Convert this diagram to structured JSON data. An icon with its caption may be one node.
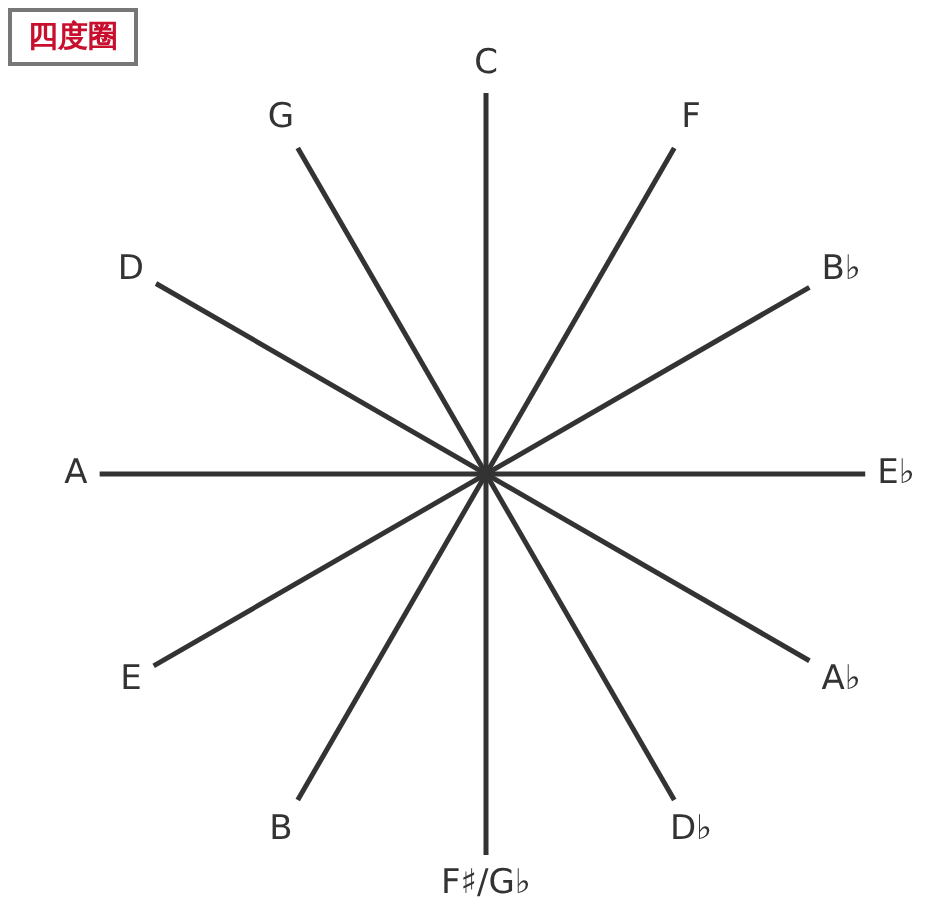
{
  "diagram": {
    "title": "四度圈",
    "nodes": [
      {
        "text": [
          "C"
        ]
      },
      {
        "text": [
          "F"
        ]
      },
      {
        "text": [
          "B♭"
        ]
      },
      {
        "text": [
          "E♭"
        ]
      },
      {
        "text": [
          "A♭"
        ]
      },
      {
        "text": [
          "D♭"
        ]
      },
      {
        "text": [
          "F♯/G♭"
        ]
      },
      {
        "text": [
          "B"
        ]
      },
      {
        "text": [
          "E"
        ]
      },
      {
        "text": [
          "A"
        ]
      },
      {
        "text": [
          "D"
        ]
      },
      {
        "text": [
          "G"
        ]
      }
    ],
    "edges": [
      {
        "from": 0,
        "to": 6,
        "arrow": "none"
      },
      {
        "from": 1,
        "to": 7,
        "arrow": "none"
      },
      {
        "from": 2,
        "to": 8,
        "arrow": "none"
      },
      {
        "from": 3,
        "to": 9,
        "arrow": "none"
      },
      {
        "from": 4,
        "to": 10,
        "arrow": "none"
      },
      {
        "from": 5,
        "to": 11,
        "arrow": "none"
      }
    ]
  }
}
